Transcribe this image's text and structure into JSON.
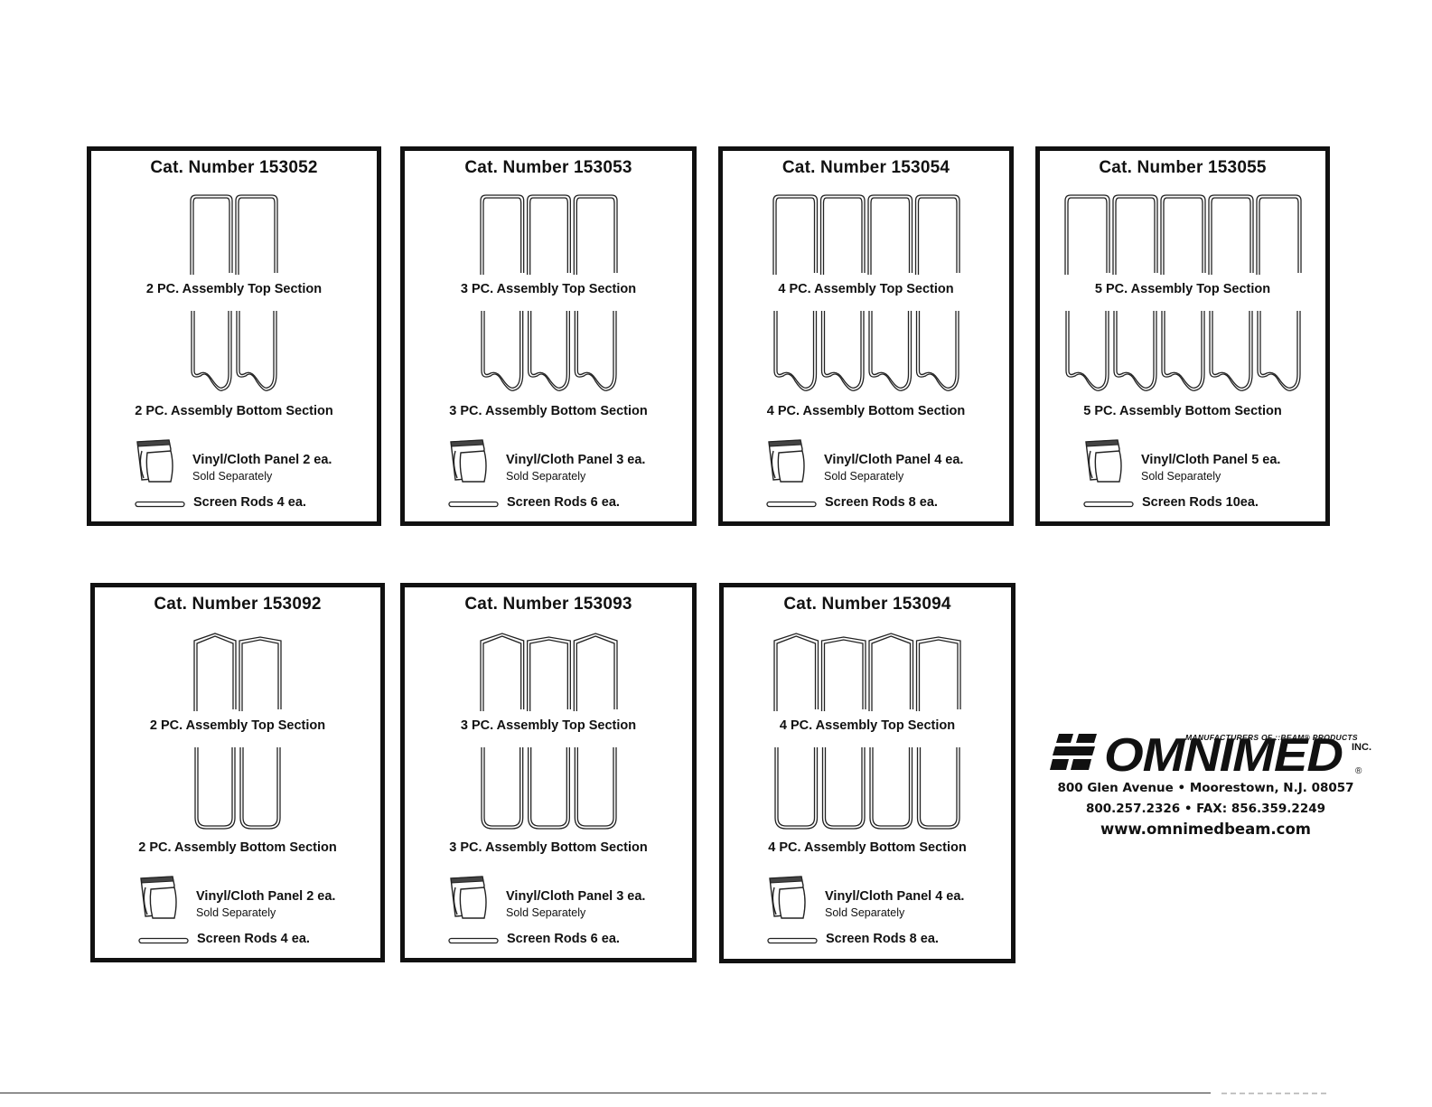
{
  "cards": [
    {
      "cat_number": "Cat. Number 153052",
      "sections": 2,
      "hinged": false,
      "top_label": "2 PC. Assembly Top Section",
      "bottom_label": "2 PC. Assembly Bottom Section",
      "panel_label": "Vinyl/Cloth Panel 2 ea.",
      "panel_note": "Sold Separately",
      "rods_label": "Screen Rods 4 ea."
    },
    {
      "cat_number": "Cat. Number 153053",
      "sections": 3,
      "hinged": false,
      "top_label": "3 PC. Assembly Top Section",
      "bottom_label": "3 PC. Assembly Bottom Section",
      "panel_label": "Vinyl/Cloth Panel 3 ea.",
      "panel_note": "Sold Separately",
      "rods_label": "Screen Rods 6 ea."
    },
    {
      "cat_number": "Cat. Number 153054",
      "sections": 4,
      "hinged": false,
      "top_label": "4 PC. Assembly Top Section",
      "bottom_label": "4 PC. Assembly Bottom Section",
      "panel_label": "Vinyl/Cloth Panel 4 ea.",
      "panel_note": "Sold Separately",
      "rods_label": "Screen Rods 8 ea."
    },
    {
      "cat_number": "Cat. Number 153055",
      "sections": 5,
      "hinged": false,
      "top_label": "5 PC. Assembly Top Section",
      "bottom_label": "5 PC. Assembly Bottom Section",
      "panel_label": "Vinyl/Cloth Panel 5 ea.",
      "panel_note": "Sold Separately",
      "rods_label": "Screen Rods 10ea."
    },
    {
      "cat_number": "Cat. Number 153092",
      "sections": 2,
      "hinged": true,
      "top_label": "2 PC. Assembly Top Section",
      "bottom_label": "2 PC. Assembly Bottom Section",
      "panel_label": "Vinyl/Cloth Panel 2 ea.",
      "panel_note": "Sold Separately",
      "rods_label": "Screen Rods 4 ea."
    },
    {
      "cat_number": "Cat. Number 153093",
      "sections": 3,
      "hinged": true,
      "top_label": "3 PC. Assembly Top Section",
      "bottom_label": "3 PC. Assembly Bottom Section",
      "panel_label": "Vinyl/Cloth Panel 3 ea.",
      "panel_note": "Sold Separately",
      "rods_label": "Screen Rods 6 ea."
    },
    {
      "cat_number": "Cat. Number 153094",
      "sections": 4,
      "hinged": true,
      "top_label": "4 PC. Assembly Top Section",
      "bottom_label": "4 PC. Assembly Bottom Section",
      "panel_label": "Vinyl/Cloth Panel 4 ea.",
      "panel_note": "Sold Separately",
      "rods_label": "Screen Rods 8 ea."
    }
  ],
  "logo": {
    "tagline": "MANUFACTURERS OF ::BEAM® PRODUCTS",
    "wordmark": "OMNIMED",
    "inc": "INC.",
    "registered": "®",
    "address": "800 Glen Avenue • Moorestown, N.J. 08057",
    "phone": "800.257.2326 • FAX: 856.359.2249",
    "website": "www.omnimedbeam.com"
  },
  "colors": {
    "ink": "#111111",
    "background": "#ffffff"
  }
}
